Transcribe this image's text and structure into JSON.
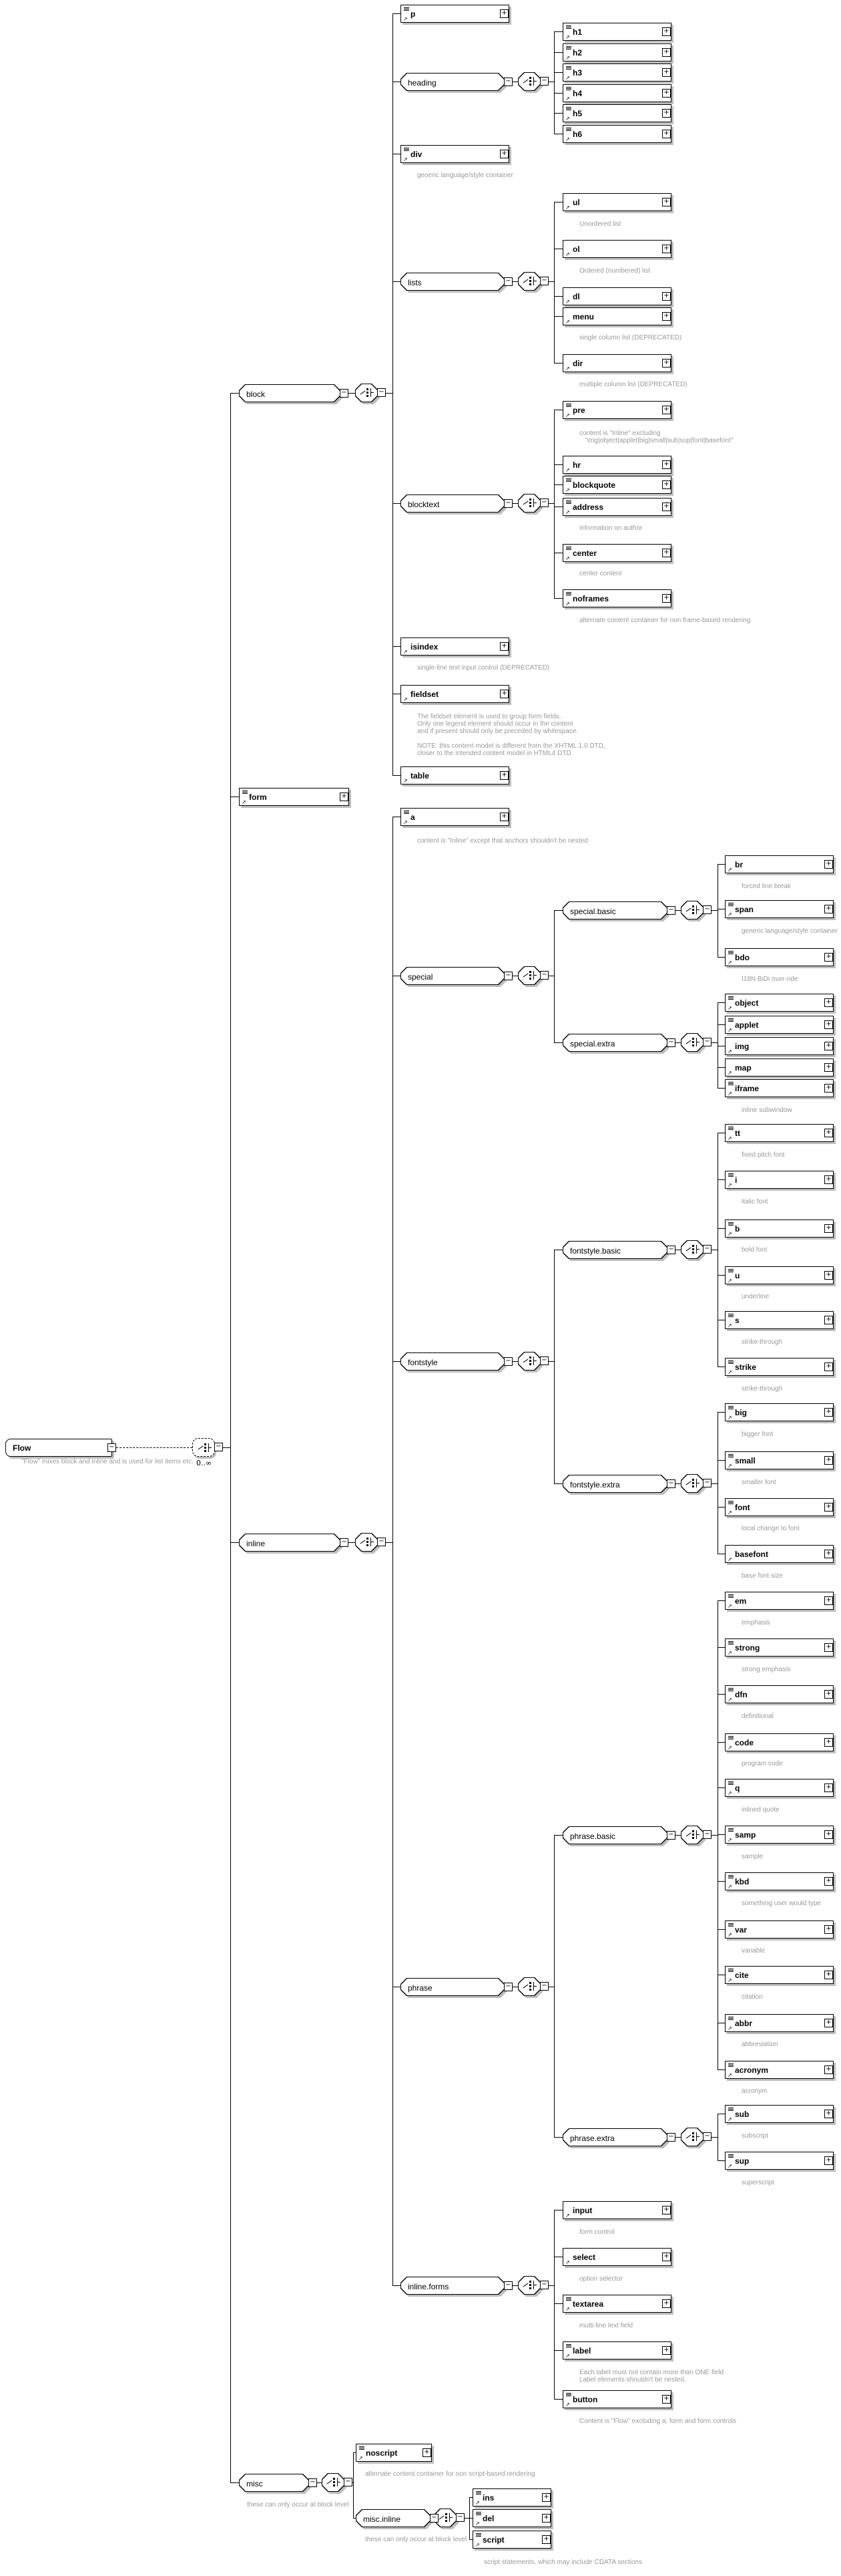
{
  "root": {
    "label": "Flow",
    "description": "\"Flow\" mixes block and inline and is used for list items etc.",
    "cardinality": "0..∞"
  },
  "controls": {
    "expand_glyph": "+",
    "collapse_glyph": "−"
  },
  "icons": {
    "reference_arrow": "↗"
  },
  "colors": {
    "line": "#000000",
    "annotation_text": "#999999",
    "shadow": "#bdbdbd",
    "background": "#ffffff"
  },
  "tree": {
    "flow": [
      "block",
      "form",
      "inline",
      "misc"
    ],
    "block": [
      "p",
      "heading",
      "div",
      "lists",
      "blocktext",
      "isindex",
      "fieldset",
      "table"
    ],
    "heading": [
      "h1",
      "h2",
      "h3",
      "h4",
      "h5",
      "h6"
    ],
    "lists": [
      "ul",
      "ol",
      "dl",
      "menu",
      "dir"
    ],
    "blocktext": [
      "pre",
      "hr",
      "blockquote",
      "address",
      "center",
      "noframes"
    ],
    "inline": [
      "a",
      "special",
      "fontstyle",
      "phrase",
      "inline_forms"
    ],
    "special": [
      "special_basic",
      "special_extra"
    ],
    "special_basic": [
      "br",
      "span",
      "bdo"
    ],
    "special_extra": [
      "object",
      "applet",
      "img",
      "map",
      "iframe"
    ],
    "fontstyle": [
      "fontstyle_basic",
      "fontstyle_extra"
    ],
    "fontstyle_basic": [
      "tt",
      "i",
      "b",
      "u",
      "s",
      "strike"
    ],
    "fontstyle_extra": [
      "big",
      "small",
      "font",
      "basefont"
    ],
    "phrase": [
      "phrase_basic",
      "phrase_extra"
    ],
    "phrase_basic": [
      "em",
      "strong",
      "dfn",
      "code",
      "q",
      "samp",
      "kbd",
      "var",
      "cite",
      "abbr",
      "acronym"
    ],
    "phrase_extra": [
      "sub",
      "sup"
    ],
    "inline_forms": [
      "input",
      "select",
      "textarea",
      "label",
      "button"
    ],
    "misc": [
      "noscript",
      "misc_inline"
    ],
    "misc_inline": [
      "ins",
      "del",
      "script"
    ]
  },
  "nodes": {
    "block": {
      "kind": "group",
      "label": "block"
    },
    "form": {
      "kind": "element",
      "label": "form",
      "content_icon": true
    },
    "inline": {
      "kind": "group",
      "label": "inline"
    },
    "misc": {
      "kind": "group",
      "label": "misc",
      "annotation": "these can only occur at block level"
    },
    "p": {
      "kind": "element",
      "label": "p",
      "content_icon": true
    },
    "heading": {
      "kind": "group",
      "label": "heading"
    },
    "h1": {
      "kind": "element",
      "label": "h1",
      "content_icon": true
    },
    "h2": {
      "kind": "element",
      "label": "h2",
      "content_icon": true
    },
    "h3": {
      "kind": "element",
      "label": "h3",
      "content_icon": true
    },
    "h4": {
      "kind": "element",
      "label": "h4",
      "content_icon": true
    },
    "h5": {
      "kind": "element",
      "label": "h5",
      "content_icon": true
    },
    "h6": {
      "kind": "element",
      "label": "h6",
      "content_icon": true
    },
    "div": {
      "kind": "element",
      "label": "div",
      "content_icon": true,
      "annotation": "generic language/style container"
    },
    "lists": {
      "kind": "group",
      "label": "lists"
    },
    "ul": {
      "kind": "element",
      "label": "ul",
      "content_icon": false,
      "annotation": "Unordered list"
    },
    "ol": {
      "kind": "element",
      "label": "ol",
      "content_icon": false,
      "annotation": "Ordered (numbered) list"
    },
    "dl": {
      "kind": "element",
      "label": "dl",
      "content_icon": false
    },
    "menu": {
      "kind": "element",
      "label": "menu",
      "content_icon": false,
      "annotation": "single column list (DEPRECATED)"
    },
    "dir": {
      "kind": "element",
      "label": "dir",
      "content_icon": false,
      "annotation": "multiple column list (DEPRECATED)"
    },
    "blocktext": {
      "kind": "group",
      "label": "blocktext"
    },
    "pre": {
      "kind": "element",
      "label": "pre",
      "content_icon": true,
      "annotation": [
        "content is \"Inline\" excluding",
        "   \"img|object|applet|big|small|sub|sup|font|basefont\""
      ]
    },
    "hr": {
      "kind": "element",
      "label": "hr",
      "content_icon": false
    },
    "blockquote": {
      "kind": "element",
      "label": "blockquote",
      "content_icon": true
    },
    "address": {
      "kind": "element",
      "label": "address",
      "content_icon": true,
      "annotation": "information on author"
    },
    "center": {
      "kind": "element",
      "label": "center",
      "content_icon": true,
      "annotation": "center content"
    },
    "noframes": {
      "kind": "element",
      "label": "noframes",
      "content_icon": true,
      "annotation": "alternate content container for non frame-based rendering"
    },
    "isindex": {
      "kind": "element",
      "label": "isindex",
      "content_icon": false,
      "annotation": "single-line text input control (DEPRECATED)"
    },
    "fieldset": {
      "kind": "element",
      "label": "fieldset",
      "content_icon": false,
      "annotation": [
        "The fieldset element is used to group form fields.",
        "Only one legend element should occur in the content",
        "and if present should only be preceded by whitespace.",
        "",
        "NOTE: this content model is different from the XHTML 1.0 DTD,",
        "closer to the intended content model in HTML4 DTD"
      ]
    },
    "table": {
      "kind": "element",
      "label": "table",
      "content_icon": false
    },
    "a": {
      "kind": "element",
      "label": "a",
      "content_icon": true,
      "annotation": "content is \"Inline\" except that anchors shouldn't be nested"
    },
    "special": {
      "kind": "group",
      "label": "special"
    },
    "special_basic": {
      "kind": "group",
      "label": "special.basic"
    },
    "br": {
      "kind": "element",
      "label": "br",
      "content_icon": false,
      "annotation": "forced line break"
    },
    "span": {
      "kind": "element",
      "label": "span",
      "content_icon": true,
      "annotation": "generic language/style container"
    },
    "bdo": {
      "kind": "element",
      "label": "bdo",
      "content_icon": true,
      "annotation": "I18N BiDi over-ride"
    },
    "special_extra": {
      "kind": "group",
      "label": "special.extra"
    },
    "object": {
      "kind": "element",
      "label": "object",
      "content_icon": true
    },
    "applet": {
      "kind": "element",
      "label": "applet",
      "content_icon": true
    },
    "img": {
      "kind": "element",
      "label": "img",
      "content_icon": false
    },
    "map": {
      "kind": "element",
      "label": "map",
      "content_icon": false
    },
    "iframe": {
      "kind": "element",
      "label": "iframe",
      "content_icon": true,
      "annotation": "inline subwindow"
    },
    "fontstyle": {
      "kind": "group",
      "label": "fontstyle"
    },
    "fontstyle_basic": {
      "kind": "group",
      "label": "fontstyle.basic"
    },
    "tt": {
      "kind": "element",
      "label": "tt",
      "content_icon": true,
      "annotation": "fixed pitch font"
    },
    "i": {
      "kind": "element",
      "label": "i",
      "content_icon": true,
      "annotation": "italic font"
    },
    "b": {
      "kind": "element",
      "label": "b",
      "content_icon": true,
      "annotation": "bold font"
    },
    "u": {
      "kind": "element",
      "label": "u",
      "content_icon": true,
      "annotation": "underline"
    },
    "s": {
      "kind": "element",
      "label": "s",
      "content_icon": true,
      "annotation": "strike-through"
    },
    "strike": {
      "kind": "element",
      "label": "strike",
      "content_icon": true,
      "annotation": "strike-through"
    },
    "fontstyle_extra": {
      "kind": "group",
      "label": "fontstyle.extra"
    },
    "big": {
      "kind": "element",
      "label": "big",
      "content_icon": true,
      "annotation": "bigger font"
    },
    "small": {
      "kind": "element",
      "label": "small",
      "content_icon": true,
      "annotation": "smaller font"
    },
    "font": {
      "kind": "element",
      "label": "font",
      "content_icon": true,
      "annotation": "local change to font"
    },
    "basefont": {
      "kind": "element",
      "label": "basefont",
      "content_icon": false,
      "annotation": "base font size"
    },
    "phrase": {
      "kind": "group",
      "label": "phrase"
    },
    "phrase_basic": {
      "kind": "group",
      "label": "phrase.basic"
    },
    "em": {
      "kind": "element",
      "label": "em",
      "content_icon": true,
      "annotation": "emphasis"
    },
    "strong": {
      "kind": "element",
      "label": "strong",
      "content_icon": true,
      "annotation": "strong emphasis"
    },
    "dfn": {
      "kind": "element",
      "label": "dfn",
      "content_icon": true,
      "annotation": "definitional"
    },
    "code": {
      "kind": "element",
      "label": "code",
      "content_icon": true,
      "annotation": "program code"
    },
    "q": {
      "kind": "element",
      "label": "q",
      "content_icon": true,
      "annotation": "inlined quote"
    },
    "samp": {
      "kind": "element",
      "label": "samp",
      "content_icon": true,
      "annotation": "sample"
    },
    "kbd": {
      "kind": "element",
      "label": "kbd",
      "content_icon": true,
      "annotation": "something user would type"
    },
    "var": {
      "kind": "element",
      "label": "var",
      "content_icon": true,
      "annotation": "variable"
    },
    "cite": {
      "kind": "element",
      "label": "cite",
      "content_icon": true,
      "annotation": "citation"
    },
    "abbr": {
      "kind": "element",
      "label": "abbr",
      "content_icon": true,
      "annotation": "abbreviation"
    },
    "acronym": {
      "kind": "element",
      "label": "acronym",
      "content_icon": true,
      "annotation": "acronym"
    },
    "phrase_extra": {
      "kind": "group",
      "label": "phrase.extra"
    },
    "sub": {
      "kind": "element",
      "label": "sub",
      "content_icon": true,
      "annotation": "subscript"
    },
    "sup": {
      "kind": "element",
      "label": "sup",
      "content_icon": true,
      "annotation": "superscript"
    },
    "inline_forms": {
      "kind": "group",
      "label": "inline.forms"
    },
    "input": {
      "kind": "element",
      "label": "input",
      "content_icon": false,
      "annotation": "form control"
    },
    "select": {
      "kind": "element",
      "label": "select",
      "content_icon": false,
      "annotation": "option selector"
    },
    "textarea": {
      "kind": "element",
      "label": "textarea",
      "content_icon": true,
      "annotation": "multi-line text field"
    },
    "label": {
      "kind": "element",
      "label": "label",
      "content_icon": true,
      "annotation": [
        "Each label must not contain more than ONE field",
        "Label elements shouldn't be nested."
      ]
    },
    "button": {
      "kind": "element",
      "label": "button",
      "content_icon": true,
      "annotation": "Content is \"Flow\" excluding a, form and form controls"
    },
    "noscript": {
      "kind": "element",
      "label": "noscript",
      "content_icon": true,
      "annotation": "alternate content container for non script-based rendering"
    },
    "misc_inline": {
      "kind": "group",
      "label": "misc.inline",
      "annotation": "these can only occur at block level"
    },
    "ins": {
      "kind": "element",
      "label": "ins",
      "content_icon": true
    },
    "del": {
      "kind": "element",
      "label": "del",
      "content_icon": true
    },
    "script": {
      "kind": "element",
      "label": "script",
      "content_icon": true,
      "annotation": "script statements, which may include CDATA sections"
    }
  }
}
